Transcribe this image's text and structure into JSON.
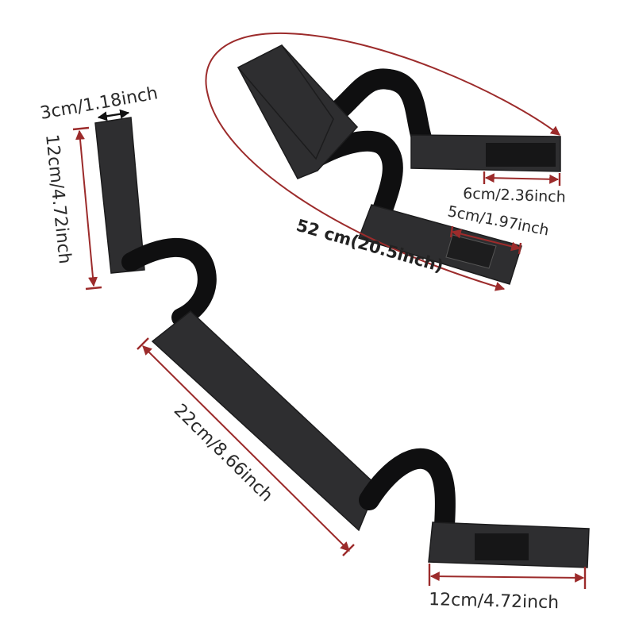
{
  "labels": {
    "strap_width": "3cm/1.18inch",
    "left_strap_length": "12cm/4.72inch",
    "middle_strap_length": "22cm/8.66inch",
    "bottom_strap_length": "12cm/4.72inch",
    "top_strap_width": "6cm/2.36inch",
    "top_lower_width": "5cm/1.97inch",
    "total_length": "52 cm(20.5inch)"
  },
  "colors": {
    "strap": "#2e2e30",
    "padding": "#0f0f10",
    "dimension_line": "#9c2b2b",
    "background": "#ffffff"
  }
}
